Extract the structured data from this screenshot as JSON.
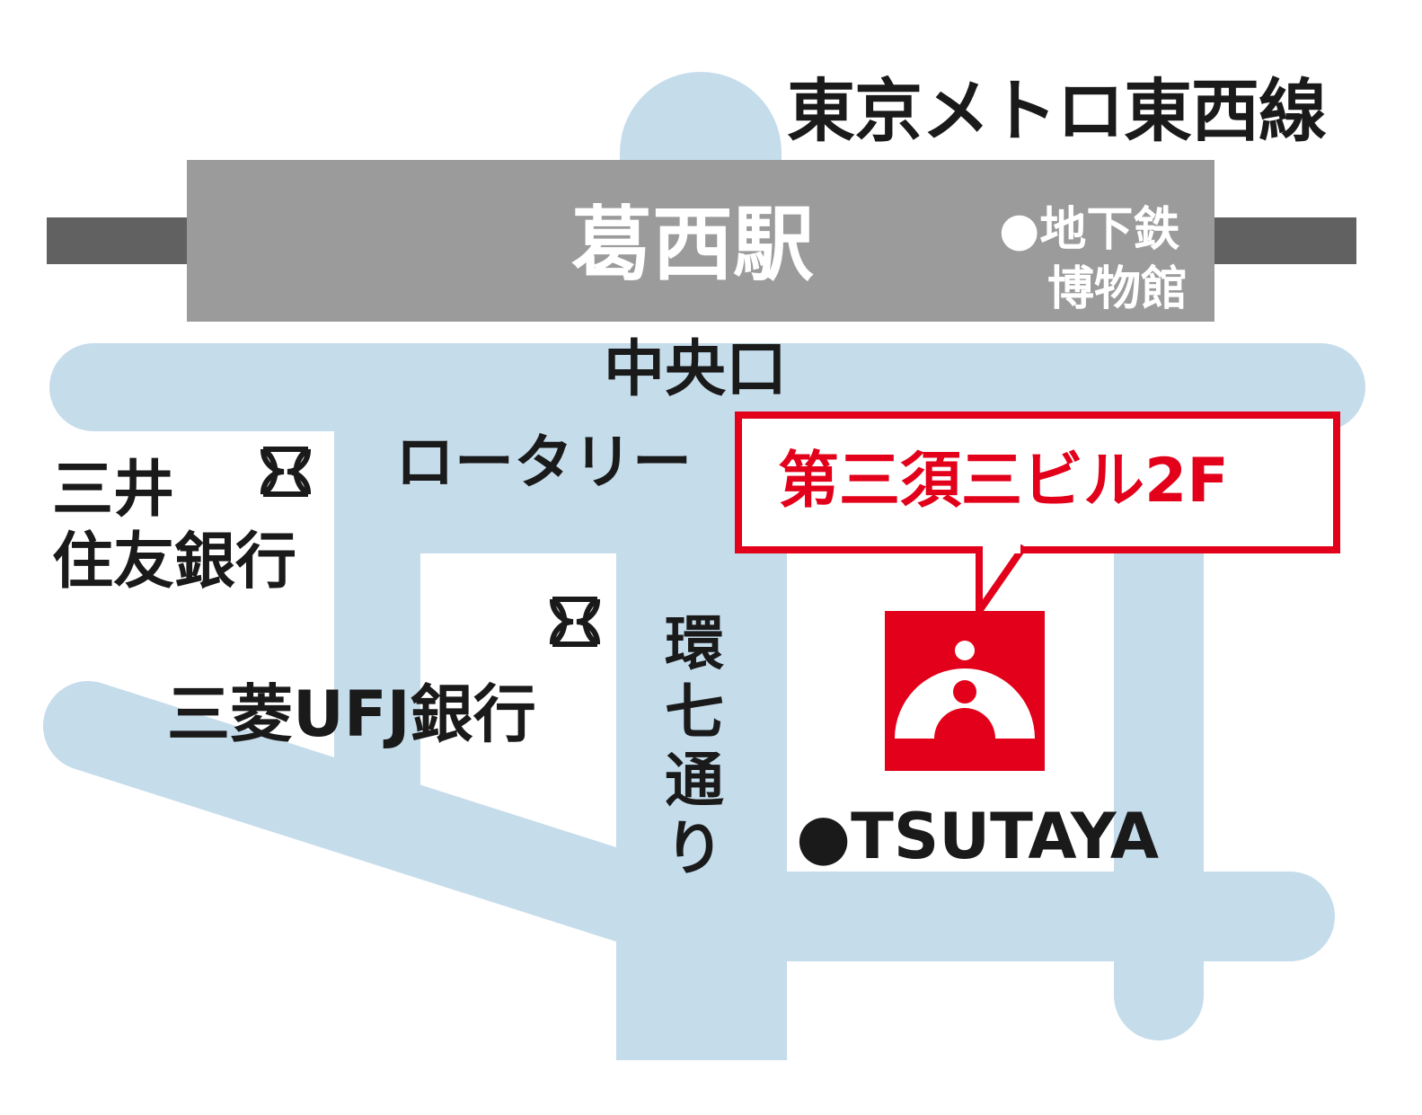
{
  "line_name": "東京メトロ東西線",
  "station": {
    "name": "葛西駅",
    "poi_line1": "●地下鉄",
    "poi_line2": "博物館"
  },
  "exit_name": "中央口",
  "rotary": "ロータリー",
  "banks": {
    "smbc_line1": "三井",
    "smbc_line2": "住友銀行",
    "mufg": "三菱UFJ銀行",
    "bank_icon": "bank-icon"
  },
  "road": {
    "chars": [
      "環",
      "七",
      "通",
      "り"
    ]
  },
  "destination": {
    "label": "第三須三ビル2F",
    "logo_icon": "company-logo-icon"
  },
  "tsutaya": "●TSUTAYA",
  "colors": {
    "road": "#c5dceb",
    "station": "#9b9b9b",
    "rail": "#616161",
    "accent": "#e2001a",
    "text": "#1a1a1a"
  }
}
